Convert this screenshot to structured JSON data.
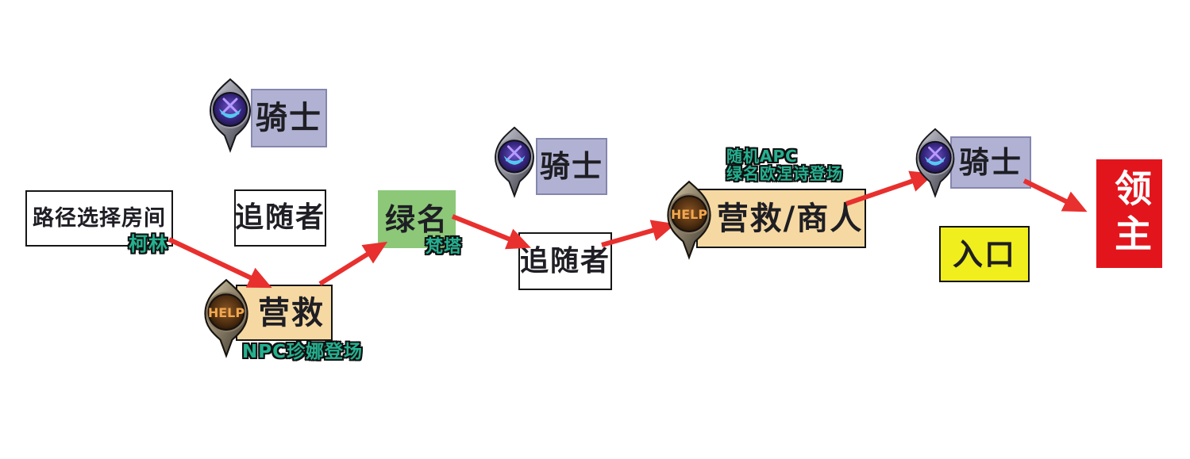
{
  "diagram": {
    "title_implicit": "dungeon-route-map",
    "nodes": {
      "knight_top": {
        "label": "骑士"
      },
      "path_room": {
        "label": "路径选择房间",
        "note": "柯林"
      },
      "follower_1": {
        "label": "追随者"
      },
      "rescue": {
        "label": "营救",
        "note": "NPC珍娜登场",
        "pin_label": "HELP"
      },
      "green_name": {
        "label": "绿名",
        "note": "梵塔"
      },
      "knight_mid": {
        "label": "骑士"
      },
      "follower_2": {
        "label": "追随者"
      },
      "rescue_merchant": {
        "label": "营救/商人",
        "note_line_1": "随机APC",
        "note_line_2": "绿名欧涅诗登场",
        "pin_label": "HELP"
      },
      "knight_right": {
        "label": "骑士"
      },
      "entrance": {
        "label": "入口"
      },
      "lord": {
        "label": "领主"
      }
    },
    "edges": [
      {
        "from": "path_room",
        "to": "rescue"
      },
      {
        "from": "rescue",
        "to": "green_name"
      },
      {
        "from": "green_name",
        "to": "follower_2"
      },
      {
        "from": "follower_2",
        "to": "rescue_merchant"
      },
      {
        "from": "rescue_merchant",
        "to": "knight_right"
      },
      {
        "from": "knight_right",
        "to": "lord"
      }
    ],
    "icons": {
      "knight_pin": "knight-room-pin",
      "help_pin": "rescue-help-pin"
    },
    "colors": {
      "knight_box": "#b1b2d3",
      "rescue_box": "#f6d9a2",
      "green_name_box": "#8cc878",
      "entrance_box": "#f0ee1c",
      "lord_box": "#e2151d",
      "arrow": "#e8302e",
      "annotation_green": "#25b090",
      "white_box": "#ffffff"
    }
  }
}
